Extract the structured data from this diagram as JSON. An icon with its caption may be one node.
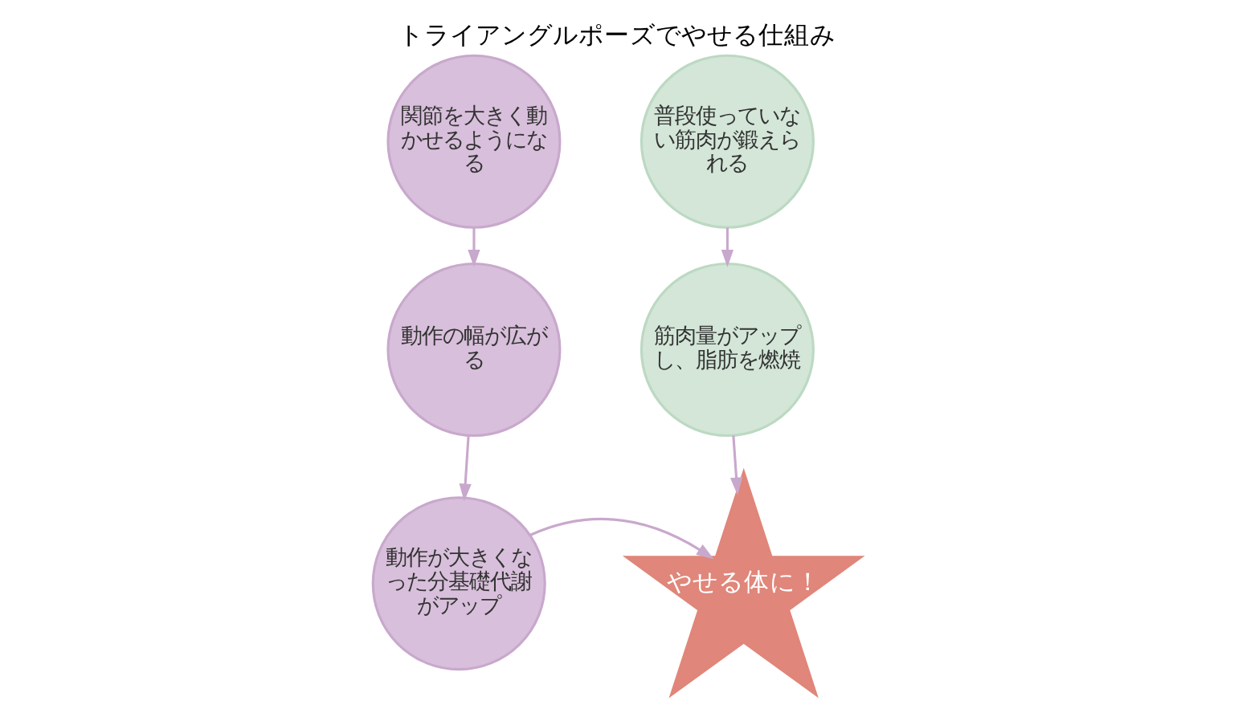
{
  "diagram": {
    "title": "トライアングルポーズでやせる仕組み",
    "nodes": [
      {
        "text": [
          "関節を大きく動かせるようになる"
        ]
      },
      {
        "text": [
          "動作の幅が広がる"
        ]
      },
      {
        "text": [
          "動作が大きくなった分基礎代謝がアップ"
        ]
      },
      {
        "text": [
          "普段使っていない筋肉が鍛えられる"
        ]
      },
      {
        "text": [
          "筋肉量がアップし、脂肪を燃焼"
        ]
      },
      {
        "text": [
          "やせる体に！"
        ]
      }
    ],
    "edges": [
      {
        "from": 0,
        "to": 1,
        "arrow": "to"
      },
      {
        "from": 1,
        "to": 2,
        "arrow": "to"
      },
      {
        "from": 2,
        "to": 5,
        "arrow": "to"
      },
      {
        "from": 3,
        "to": 4,
        "arrow": "to"
      },
      {
        "from": 4,
        "to": 5,
        "arrow": "to"
      }
    ]
  }
}
